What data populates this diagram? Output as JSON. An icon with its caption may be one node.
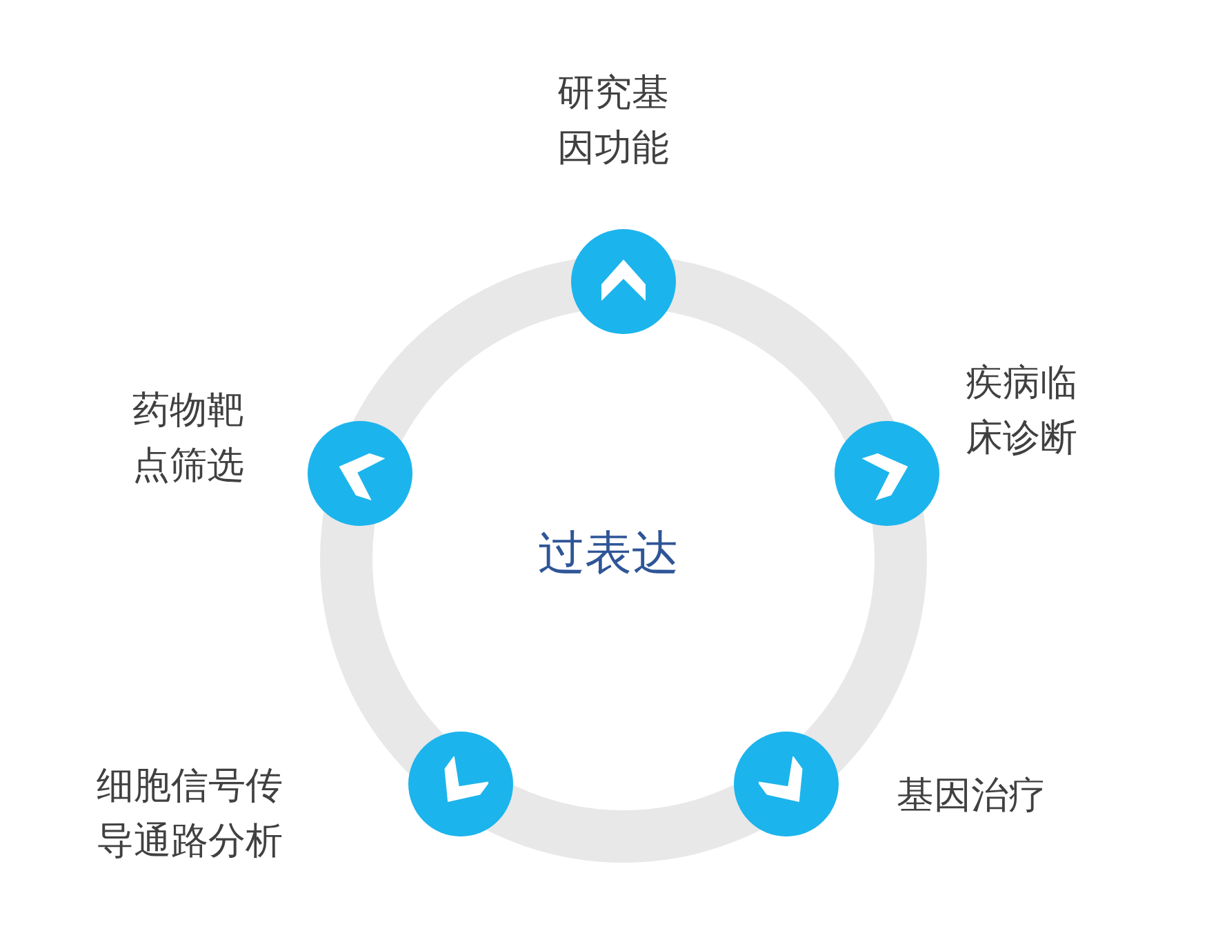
{
  "diagram": {
    "nodes": [
      {
        "text": [
          "过表达"
        ]
      },
      {
        "text": [],
        "shape": "circle",
        "beside": [
          "研究基因功能"
        ]
      },
      {
        "text": [],
        "shape": "circle",
        "beside": [
          "疾病临床诊断"
        ]
      },
      {
        "text": [],
        "shape": "circle",
        "beside": [
          "基因治疗"
        ]
      },
      {
        "text": [],
        "shape": "circle",
        "beside": [
          "细胞信号传导通路分析"
        ]
      },
      {
        "text": [],
        "shape": "circle",
        "beside": [
          "药物靶点筛选"
        ]
      }
    ]
  }
}
